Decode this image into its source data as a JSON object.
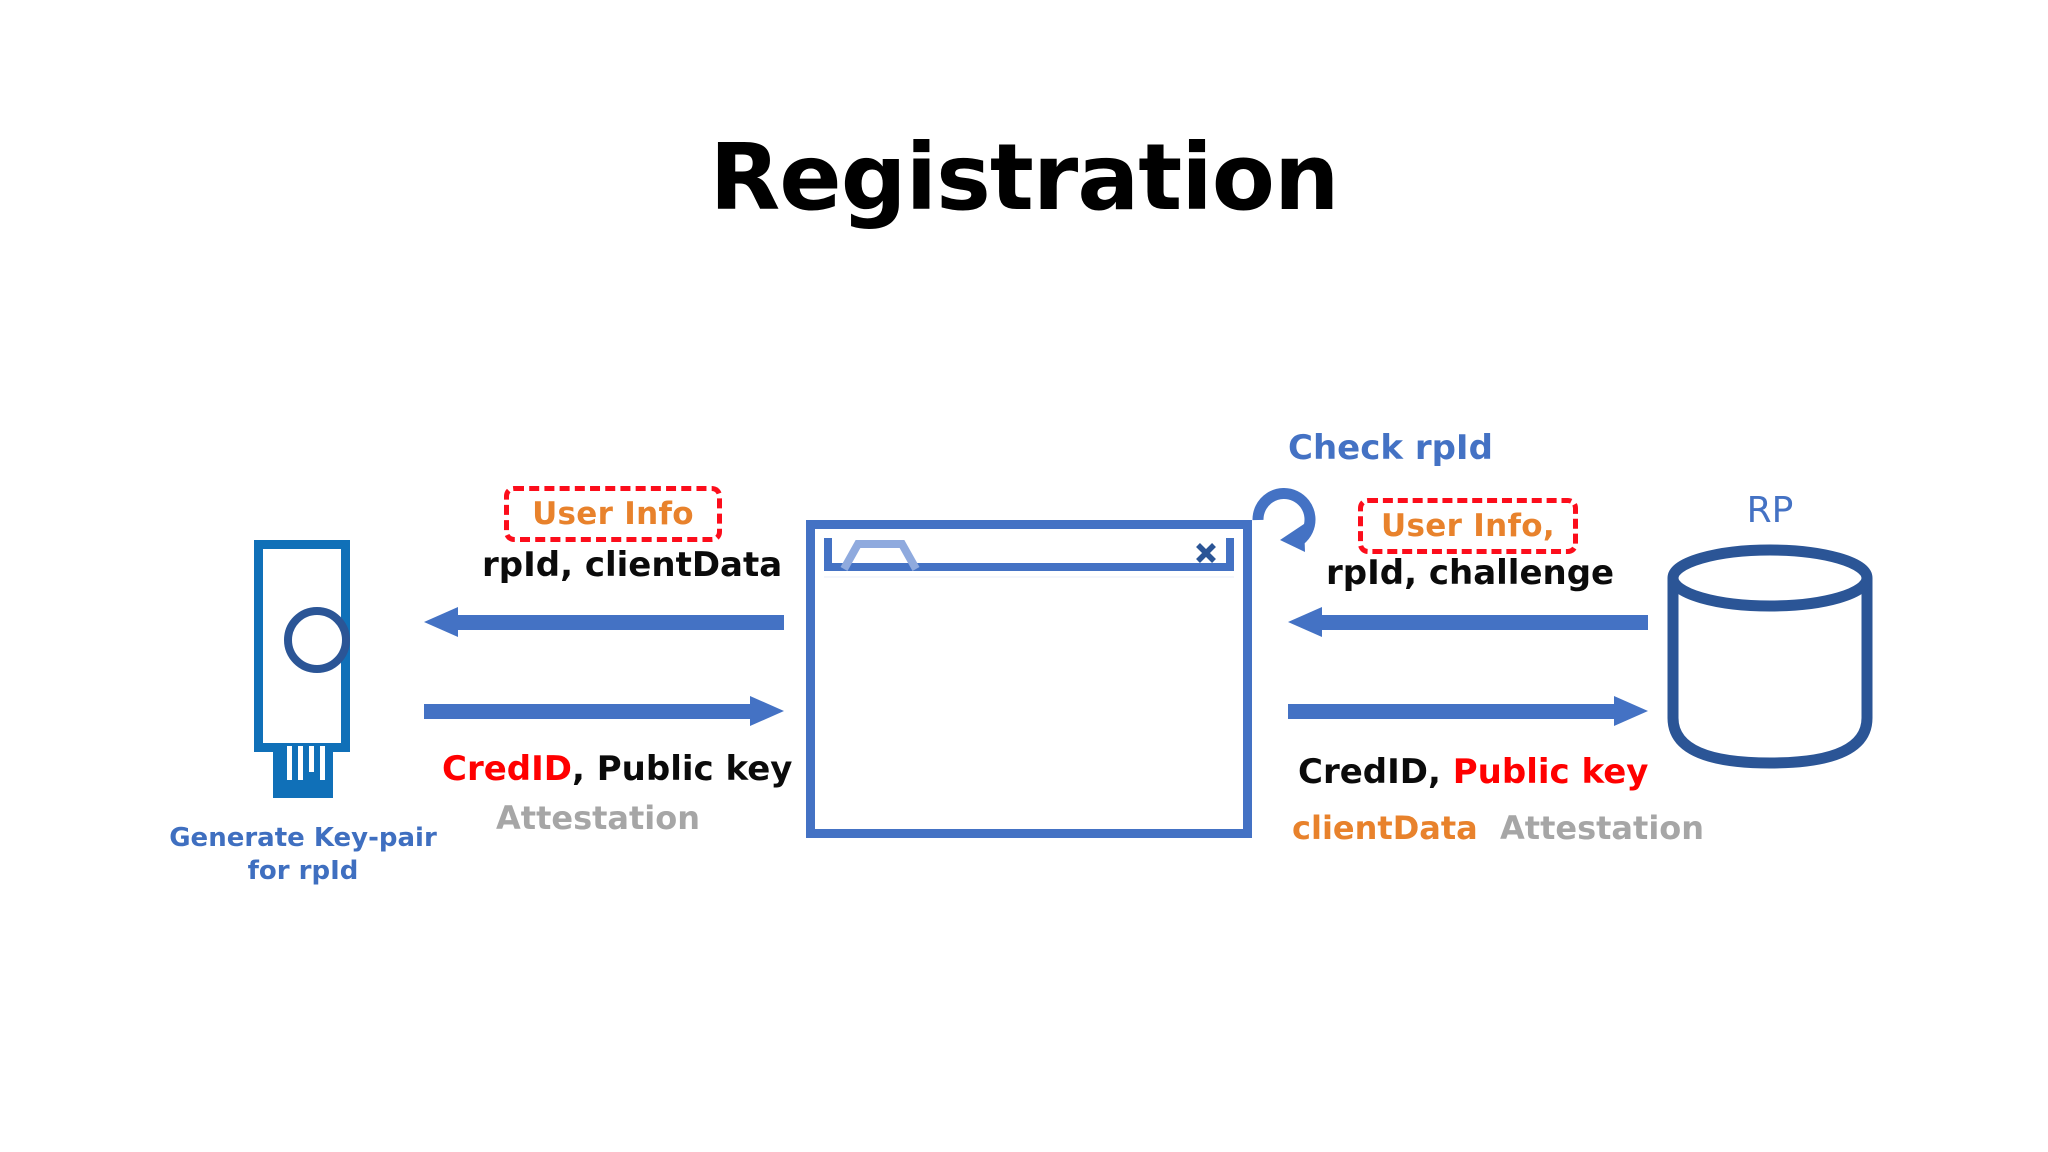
{
  "slide": {
    "title": "Registration",
    "background_color": "#ffffff"
  },
  "colors": {
    "accent_blue": "#4472c4",
    "key_blue": "#1070b8",
    "navy": "#2b5596",
    "orange": "#e8822c",
    "red_dashed": "#fc0d1b",
    "red_text": "#ff0000",
    "gray_text": "#a6a6a6",
    "black_text": "#0b0b0b"
  },
  "authenticator": {
    "icon": "security-key-icon",
    "label_line1": "Generate Key-pair",
    "label_line2": "for rpId"
  },
  "browser": {
    "icon": "browser-window-icon",
    "tab_icon": "browser-tab-icon",
    "close_icon": "close-icon",
    "title": ""
  },
  "relying_party": {
    "label": "RP",
    "icon": "database-cylinder-icon"
  },
  "check_step": {
    "label": "Check rpId",
    "icon": "circular-refresh-arrow-icon"
  },
  "left_channel": {
    "inbound_arrow": "arrow-left-icon",
    "outbound_arrow": "arrow-right-icon",
    "inbound_chip": "User Info",
    "inbound_detail": "rpId, clientData",
    "outbound_cred": "CredID",
    "outbound_comma": ",",
    "outbound_pubkey": "Public key",
    "outbound_attestation": "Attestation"
  },
  "right_channel": {
    "inbound_arrow": "arrow-left-icon",
    "outbound_arrow": "arrow-right-icon",
    "inbound_chip": "User Info,",
    "inbound_detail": "rpId, challenge",
    "outbound_cred": "CredID",
    "outbound_comma": ",",
    "outbound_pubkey": "Public key",
    "outbound_clientdata": "clientData",
    "outbound_attestation": "Attestation"
  }
}
